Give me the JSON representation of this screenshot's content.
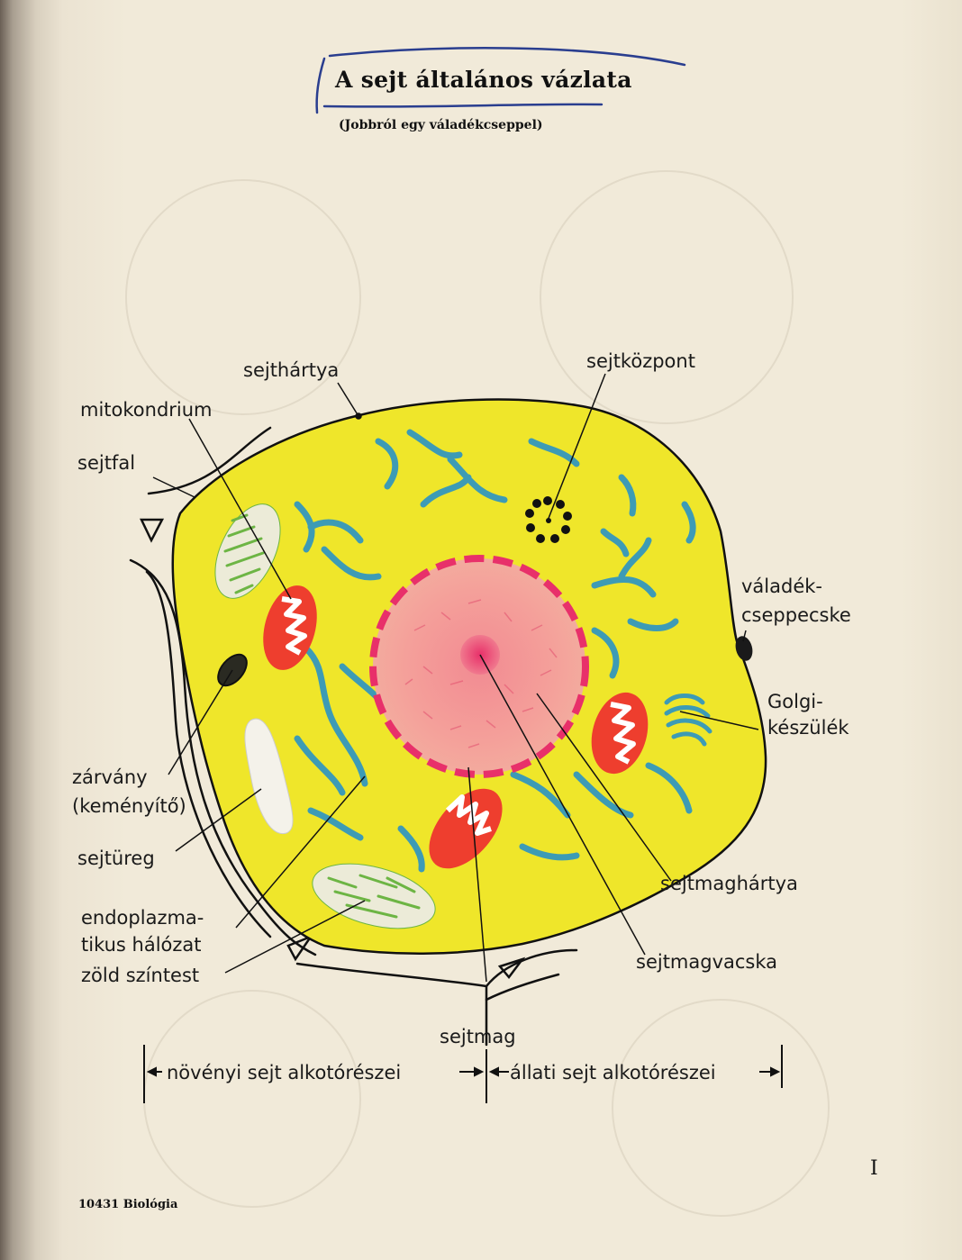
{
  "title": "A sejt általános vázlata",
  "subtitle": "(Jobbról egy váladékcseppel)",
  "page_number": "I",
  "footer": "10431 Biológia",
  "labels": {
    "sejthartya": "sejthártya",
    "sejtkozpont": "sejtközpont",
    "mitokondrium": "mitokondrium",
    "sejtfal": "sejtfal",
    "valadek_1": "váladék-",
    "valadek_2": "cseppecske",
    "golgi_1": "Golgi-",
    "golgi_2": "készülék",
    "zarvany_1": "zárvány",
    "zarvany_2": "(keményítő)",
    "sejtureg": "sejtüreg",
    "endo_1": "endoplazma-",
    "endo_2": "tikus hálózat",
    "zold": "zöld színtest",
    "sejtmaghartya": "sejtmaghártya",
    "sejtmagvacska": "sejtmagvacska",
    "sejtmag": "sejtmag"
  },
  "divider": {
    "left": "növényi sejt alkotórészei",
    "right": "állati sejt alkotórészei"
  },
  "colors": {
    "paper": "#f1ead9",
    "cytoplasm": "#efe62a",
    "er": "#3d9bb5",
    "nucleus": "#f3a19a",
    "nuclear_envelope": "#e8306a",
    "mitochondria": "#ee3e2e",
    "chloroplast": "#6db544",
    "ink_blue": "#2a3e8f"
  }
}
